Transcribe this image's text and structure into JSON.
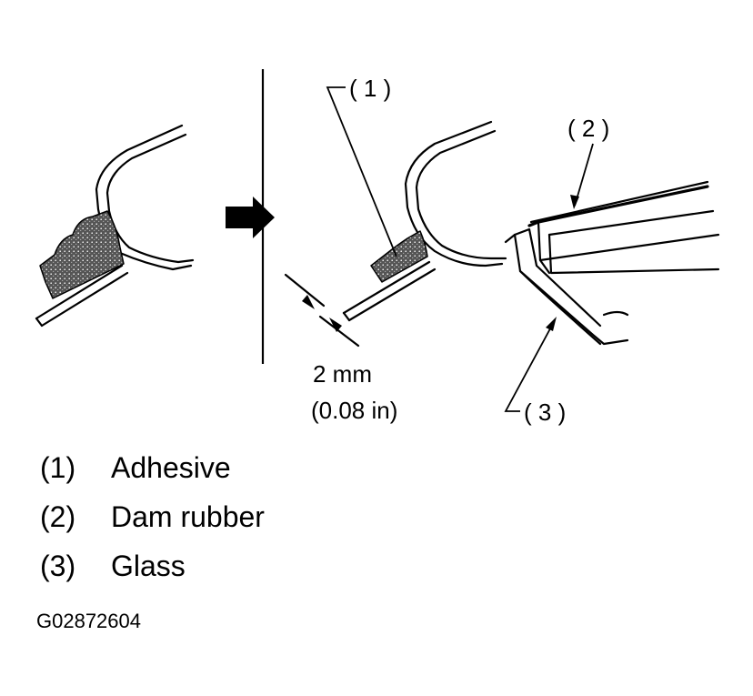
{
  "diagram": {
    "callouts": {
      "c1": "( 1 )",
      "c2": "( 2 )",
      "c3": "( 3 )"
    },
    "dimension": {
      "metric": "2 mm",
      "imperial": "(0.08 in)"
    }
  },
  "legend": [
    {
      "num": "(1)",
      "label": "Adhesive"
    },
    {
      "num": "(2)",
      "label": "Dam rubber"
    },
    {
      "num": "(3)",
      "label": "Glass"
    }
  ],
  "figure_id": "G02872604"
}
